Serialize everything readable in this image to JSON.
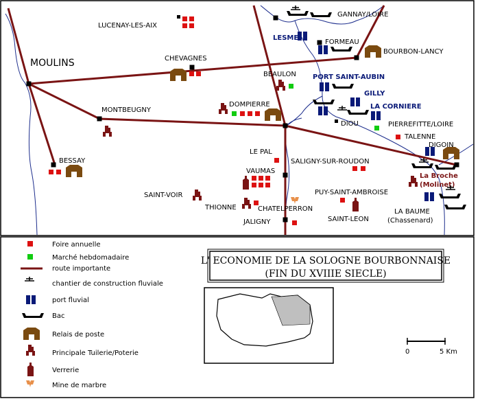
{
  "colors": {
    "road": "#7a1414",
    "river": "#1c2d8c",
    "port": "#0a1a78",
    "relais": "#7a4a10",
    "tuilerie": "#7a1414",
    "foire": "#dd1111",
    "marche": "#11cc11",
    "marbre": "#e8904a",
    "map_fill": "#bfbfbf"
  },
  "places": {
    "moulins": "MOULINS",
    "lucenay": "LUCENAY-LES-AIX",
    "chevagnes": "CHEVAGNES",
    "gannay": "GANNAY/LOIRE",
    "lesme": "LESME",
    "formeau": "FORMEAU",
    "bourbon_lancy": "BOURBON-LANCY",
    "beaulon": "BEAULON",
    "port_saint_aubin": "PORT SAINT-AUBIN",
    "gilly": "GILLY",
    "la_corniere": "LA CORNIERE",
    "diou": "DIOU",
    "pierrefitte": "PIERREFITTE/LOIRE",
    "talenne": "TALENNE",
    "digoin": "DIGOIN",
    "dompierre": "DOMPIERRE",
    "montbeugny": "MONTBEUGNY",
    "bessay": "BESSAY",
    "le_pal": "LE PAL",
    "saligny": "SALIGNY-SUR-ROUDON",
    "vaumas": "VAUMAS",
    "saint_voir": "SAINT-VOIR",
    "thionne": "THIONNE",
    "chatelperron": "CHATELPERRON",
    "jaligny": "JALIGNY",
    "puy_saint_ambroise": "PUY-SAINT-AMBROISE",
    "saint_leon": "SAINT-LEON",
    "la_broche": "La Broche",
    "molinet": "(Molinet)",
    "la_baume": "LA BAUME",
    "chassenard": "(Chassenard)"
  },
  "legend": {
    "foire": "Foire annuelle",
    "marche": "Marché hebdomadaire",
    "route": "route importante",
    "chantier": "chantier de construction fluviale",
    "port": "port fluvial",
    "bac": "Bac",
    "relais": "Relais de poste",
    "tuilerie": "Principale Tuilerie/Poterie",
    "verrerie": "Verrerie",
    "marbre": "Mine de marbre"
  },
  "title": {
    "line1": "L' ECONOMIE DE LA SOLOGNE BOURBONNAISE",
    "line2": "(FIN DU XVIIIE SIECLE)"
  },
  "scale": {
    "zero": "0",
    "five": "5 Km"
  }
}
